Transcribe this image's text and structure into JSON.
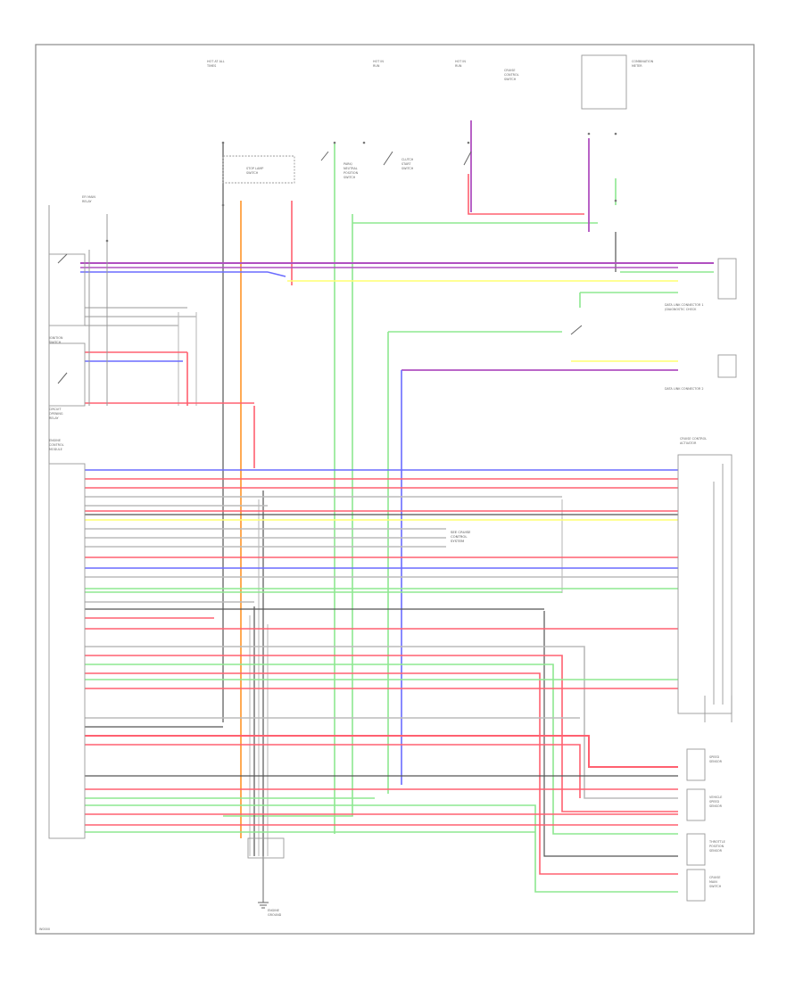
{
  "figure_code": "W0000",
  "top_components": [
    {
      "id": "hot-at-all-times-1",
      "lines": [
        "HOT AT ALL",
        "TIMES"
      ]
    },
    {
      "id": "hot-in-run-1",
      "lines": [
        "HOT IN",
        "RUN"
      ]
    },
    {
      "id": "hot-in-run-2",
      "lines": [
        "HOT IN",
        "RUN"
      ]
    },
    {
      "id": "combination-meter",
      "lines": [
        "COMBINATION",
        "METER"
      ]
    },
    {
      "id": "brake-switch",
      "lines": [
        "STOP LAMP",
        "SWITCH"
      ]
    },
    {
      "id": "park-neutral-switch",
      "lines": [
        "PARK/",
        "NEUTRAL",
        "POSITION",
        "SWITCH"
      ]
    },
    {
      "id": "clutch-switch",
      "lines": [
        "CLUTCH",
        "START",
        "SWITCH"
      ]
    },
    {
      "id": "cruise-switch",
      "lines": [
        "CRUISE",
        "CONTROL",
        "SWITCH"
      ]
    }
  ],
  "left_components": [
    {
      "id": "main-relay",
      "lines": [
        "EFI MAIN",
        "RELAY"
      ]
    },
    {
      "id": "ignition-sw",
      "lines": [
        "IGNITION",
        "SWITCH"
      ]
    },
    {
      "id": "circuit-opening",
      "lines": [
        "CIRCUIT",
        "OPENING",
        "RELAY"
      ]
    },
    {
      "id": "ecm",
      "lines": [
        "ENGINE",
        "CONTROL",
        "MODULE"
      ]
    }
  ],
  "right_components": [
    {
      "id": "dlc1",
      "lines": [
        "DATA LINK CONNECTOR 1",
        "(DIAGNOSTIC CHECK"
      ]
    },
    {
      "id": "dlc2",
      "lines": [
        "DATA LINK CONNECTOR 2"
      ]
    },
    {
      "id": "actuator",
      "lines": [
        "CRUISE CONTROL",
        "ACTUATOR"
      ]
    },
    {
      "id": "sensor-1",
      "lines": [
        "SPEED",
        "SENSOR"
      ]
    },
    {
      "id": "sensor-2",
      "lines": [
        "VEHICLE",
        "SPEED",
        "SENSOR"
      ]
    },
    {
      "id": "sensor-3",
      "lines": [
        "THROTTLE",
        "POSITION",
        "SENSOR"
      ]
    },
    {
      "id": "sensor-4",
      "lines": [
        "CRUISE",
        "MAIN",
        "SWITCH"
      ]
    }
  ],
  "center_note": [
    "SEE CRUISE",
    "CONTROL",
    "SYSTEM"
  ],
  "ground_label": [
    "ENGINE",
    "GROUND"
  ],
  "colors": {
    "red": "#ff6070",
    "green": "#8ee890",
    "blue": "#6a6cff",
    "purple": "#b050c0",
    "yellow": "#ffff70",
    "orange": "#ffa040",
    "black": "#444444",
    "gray": "#bbbbbb",
    "frame": "#8a8a8a"
  }
}
